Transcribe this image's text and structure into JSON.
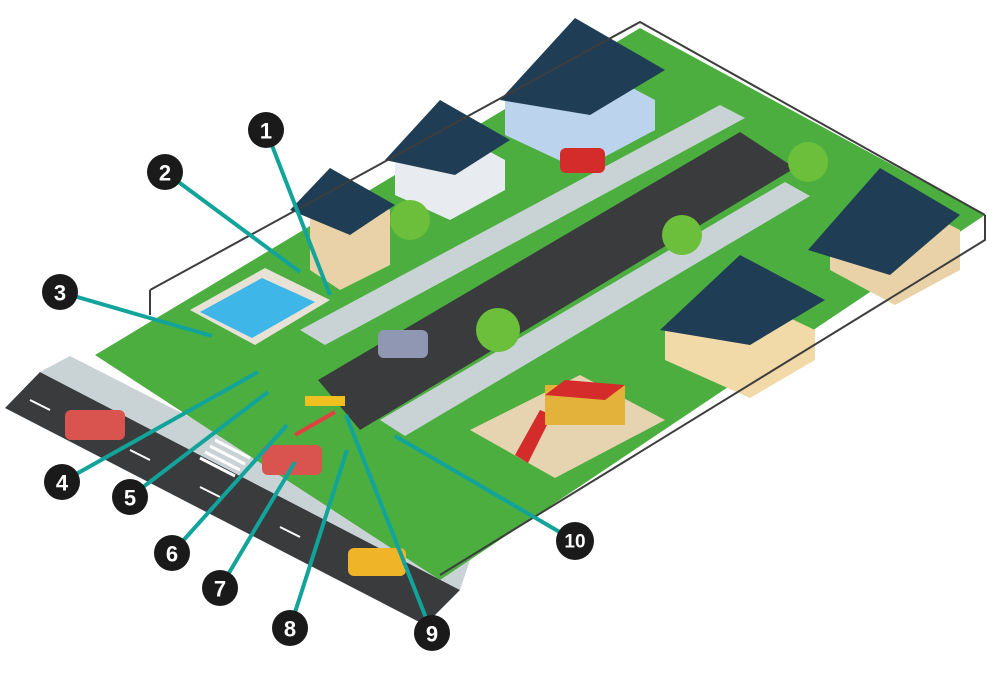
{
  "colors": {
    "callout_line": "#12a39a",
    "callout_circle": "#1a1a1a",
    "grass": "#4cae3f",
    "road": "#3a3b3d",
    "sidewalk": "#c9d3d6",
    "roof": "#1f3d55",
    "fence": "#3d3d3d"
  },
  "callouts": [
    {
      "label": "1"
    },
    {
      "label": "2"
    },
    {
      "label": "3"
    },
    {
      "label": "4"
    },
    {
      "label": "5"
    },
    {
      "label": "6"
    },
    {
      "label": "7"
    },
    {
      "label": "8"
    },
    {
      "label": "9"
    },
    {
      "label": "10"
    }
  ]
}
